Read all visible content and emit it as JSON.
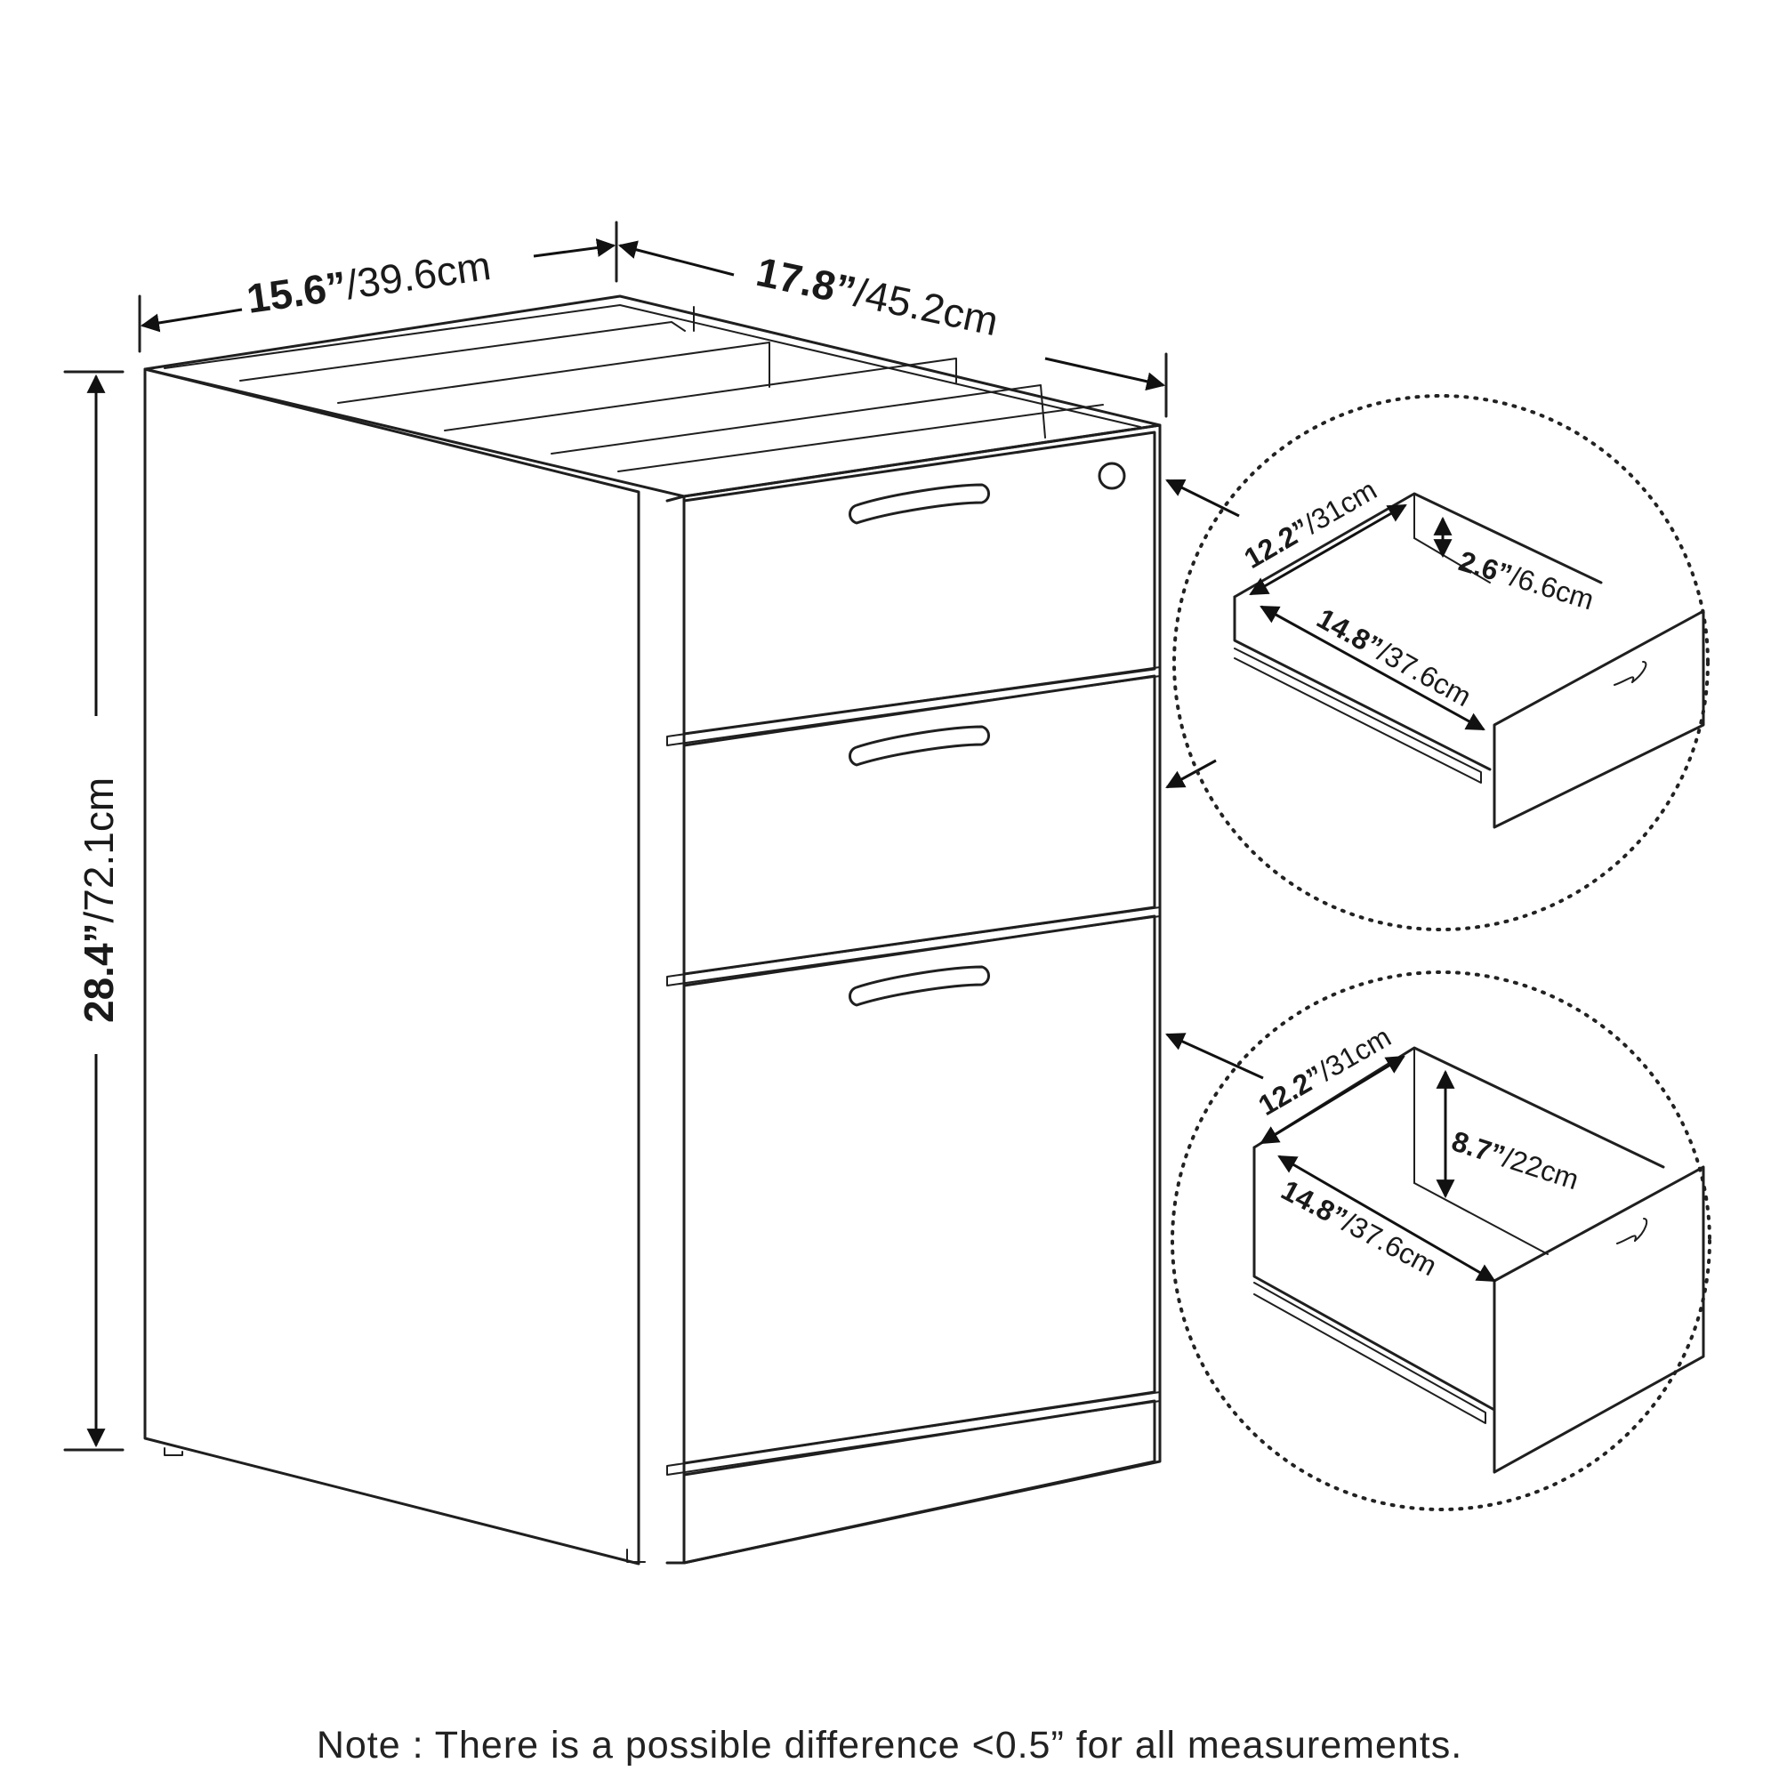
{
  "overall": {
    "width_in": "15.6”",
    "width_cm": "/39.6cm",
    "depth_in": "17.8”",
    "depth_cm": "/45.2cm",
    "height_in": "28.4”",
    "height_cm": "/72.1cm"
  },
  "small_drawer": {
    "width_in": "12.2”",
    "width_cm": "/31cm",
    "height_in": "2.6”",
    "height_cm": "/6.6cm",
    "depth_in": "14.8”",
    "depth_cm": "/37.6cm"
  },
  "file_drawer": {
    "width_in": "12.2”",
    "width_cm": "/31cm",
    "height_in": "8.7”",
    "height_cm": "/22cm",
    "depth_in": "14.8”",
    "depth_cm": "/37.6cm"
  },
  "note": "Note : There is a possible difference <0.5” for all measurements."
}
